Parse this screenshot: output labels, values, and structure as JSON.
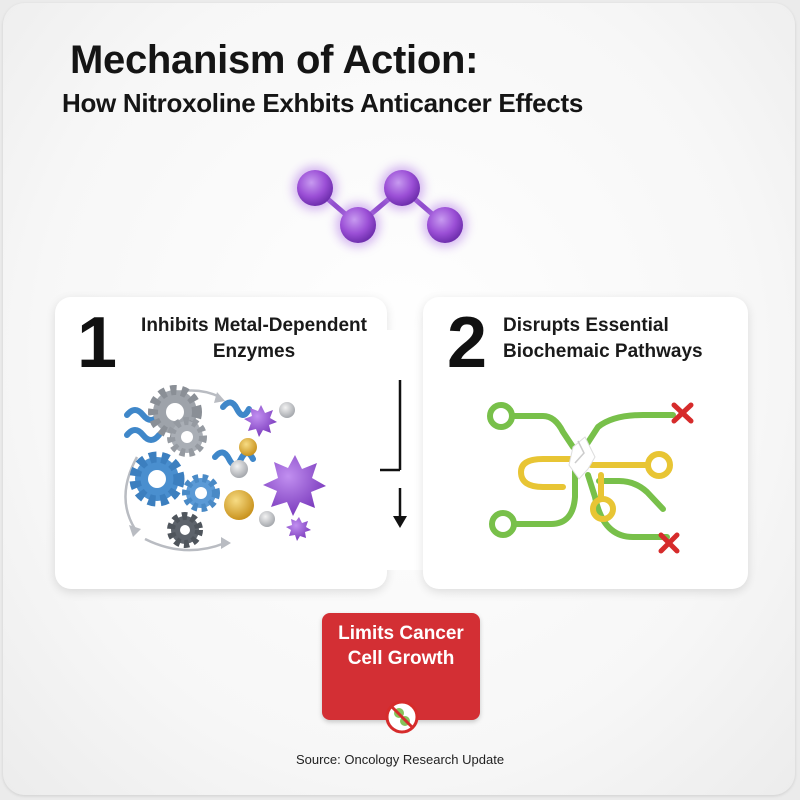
{
  "header": {
    "title": "Mechanism of Action:",
    "subtitle": "How Nitroxoline Exhbits Anticancer Effects"
  },
  "steps": [
    {
      "number": "1",
      "label": "Inhibits Metal-Dependent Enzymes",
      "illustration_icons": [
        "protein-helix-icon",
        "gear-icon",
        "virus-icon",
        "metal-ion-icon",
        "cycle-arrow-icon"
      ]
    },
    {
      "number": "2",
      "label": "Disrupts Essential Biochemaic Pathways",
      "illustration_icons": [
        "pathway-network-icon",
        "broken-link-icon",
        "blocked-x-icon"
      ]
    }
  ],
  "result": {
    "label": "Limits Cancer Cell Growth",
    "icon": "no-cancer-cell-icon"
  },
  "footer": {
    "source": "Source: Oncology Research Update"
  },
  "colors": {
    "molecule": "#9b4fd6",
    "result_box": "#d32f34",
    "pathway_green": "#78c04a",
    "pathway_yellow": "#e8c534",
    "gear_blue": "#4a8fcf",
    "gold_ion": "#e2b43a",
    "blocked_x": "#d62b2b"
  }
}
